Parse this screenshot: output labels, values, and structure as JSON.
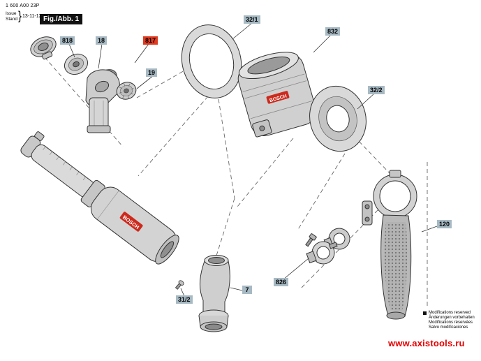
{
  "header": {
    "part_number": "1 600 A00 23P",
    "issue_label": "Issue",
    "stand_label": "Stand",
    "issue_date": "13-11-13",
    "figure_label": "Fig./Abb. 1"
  },
  "brand": {
    "logo": "BOSCH"
  },
  "labels": [
    {
      "id": "818",
      "highlight": false
    },
    {
      "id": "18",
      "highlight": false
    },
    {
      "id": "817",
      "highlight": true
    },
    {
      "id": "19",
      "highlight": false
    },
    {
      "id": "32/1",
      "highlight": false
    },
    {
      "id": "832",
      "highlight": false
    },
    {
      "id": "32/2",
      "highlight": false
    },
    {
      "id": "120",
      "highlight": false
    },
    {
      "id": "826",
      "highlight": false
    },
    {
      "id": "7",
      "highlight": false
    },
    {
      "id": "31/2",
      "highlight": false
    }
  ],
  "footer": {
    "notes": [
      "Modifications reserved",
      "Änderungen vorbehalten",
      "Modifications réservées",
      "Salvo modificaciones"
    ],
    "website": "www.axistools.ru"
  },
  "colors": {
    "label_bg": "#a7bac4",
    "highlight_bg": "#e03a20",
    "brand_red": "#cc2a1d",
    "website_red": "#e60000"
  }
}
